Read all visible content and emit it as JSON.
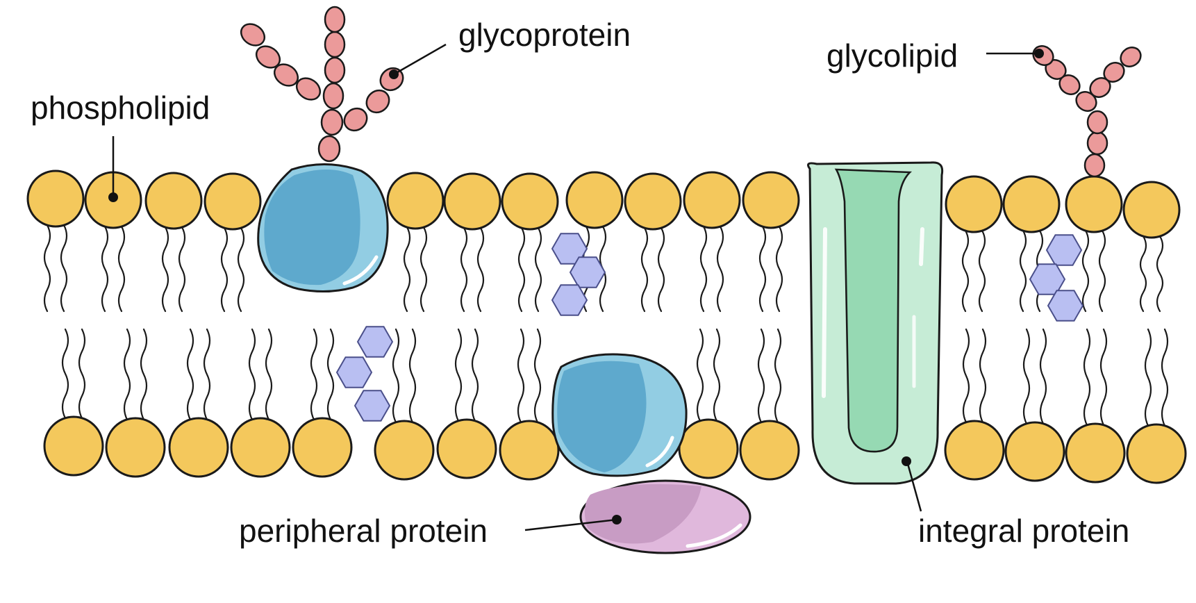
{
  "labels": {
    "phospholipid": "phospholipid",
    "glycoprotein": "glycoprotein",
    "glycolipid": "glycolipid",
    "peripheral_protein": "peripheral protein",
    "integral_protein": "integral protein"
  },
  "colors": {
    "background": "#ffffff",
    "outline": "#1a1a1a",
    "phospholipid_head": "#f4c85c",
    "sugar": "#eb9a9a",
    "cholesterol": "#b9bff2",
    "globular_protein": "#5ea9cd",
    "globular_protein_light": "#92cde3",
    "peripheral_protein": "#c89cc4",
    "peripheral_protein_light": "#e0b8dc",
    "integral_protein_outer": "#c6ecd6",
    "integral_protein_inner": "#96d9b3"
  }
}
